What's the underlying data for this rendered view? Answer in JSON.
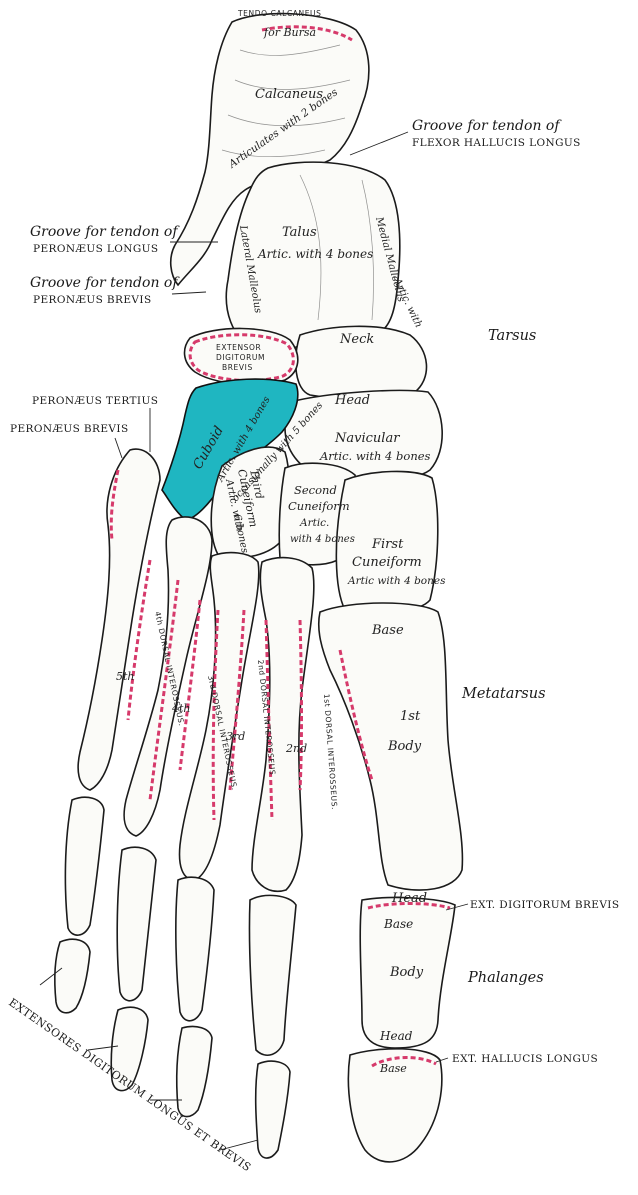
{
  "figure": {
    "regions": {
      "tarsus": "Tarsus",
      "metatarsus": "Metatarsus",
      "phalanges": "Phalanges"
    },
    "labels": {
      "tendo_calcaneus": "TENDO CALCANEUS",
      "for_bursa": "for Bursa",
      "calcaneus": "Calcaneus",
      "calcaneus_artic": "Articulates with 2 bones",
      "groove_fhl_1": "Groove for tendon of",
      "groove_fhl_2": "FLEXOR HALLUCIS LONGUS",
      "talus": "Talus",
      "talus_artic": "Artic. with 4 bones",
      "medial_malleolus": "Medial Malleolus",
      "artic_with": "Artic. with",
      "lateral_malleolus": "Lateral Malleolus",
      "groove_pl_1": "Groove for tendon of",
      "groove_pl_2": "PERONÆUS LONGUS",
      "groove_pb_1": "Groove for tendon of",
      "groove_pb_2": "PERONÆUS BREVIS",
      "neck": "Neck",
      "extensor_db_1": "EXTENSOR",
      "extensor_db_2": "DIGITORUM",
      "extensor_db_3": "BREVIS",
      "head_talus": "Head",
      "peronaeus_tertius": "PERONÆUS TERTIUS",
      "peronaeus_brevis": "PERONÆUS BREVIS",
      "cuboid": "Cuboid",
      "cuboid_artic_1": "Artic. with 4 bones",
      "cuboid_artic_2": "occasionally with 5 bones",
      "navicular": "Navicular",
      "navicular_artic": "Artic. with 4 bones",
      "third_cuneiform_1": "Third",
      "third_cuneiform_2": "Cuneiform",
      "third_cuneiform_3": "Artic. with",
      "third_cuneiform_4": "6 bones",
      "second_cuneiform_1": "Second",
      "second_cuneiform_2": "Cuneiform",
      "second_cuneiform_3": "Artic.",
      "second_cuneiform_4": "with 4 bones",
      "first_cuneiform_1": "First",
      "first_cuneiform_2": "Cuneiform",
      "first_cuneiform_3": "Artic with 4 bones",
      "base_mt1": "Base",
      "body_mt1_1": "1st",
      "body_mt1_2": "Body",
      "mt5": "5th",
      "mt4": "4th",
      "mt3": "3rd",
      "mt2": "2nd",
      "di4": "4th DORSAL INTEROSSEUS.",
      "di3": "3rd DORSAL INTEROSSEUS.",
      "di2": "2nd DORSAL INTEROSSEUS",
      "di1": "1st DORSAL INTEROSSEUS.",
      "head_mt1": "Head",
      "ext_dig_brevis": "EXT. DIGITORUM BREVIS",
      "base_ph1": "Base",
      "body_ph1": "Body",
      "head_ph1": "Head",
      "base_dist": "Base",
      "ext_hallucis_longus": "EXT. HALLUCIS LONGUS",
      "ext_dig_longus_brevis": "EXTENSORES DIGITORUM LONGUS ET BREVIS"
    }
  },
  "colors": {
    "cuboid": "#1fb6c1",
    "attachment": "#d63a6b",
    "line": "#1b1b1b"
  }
}
